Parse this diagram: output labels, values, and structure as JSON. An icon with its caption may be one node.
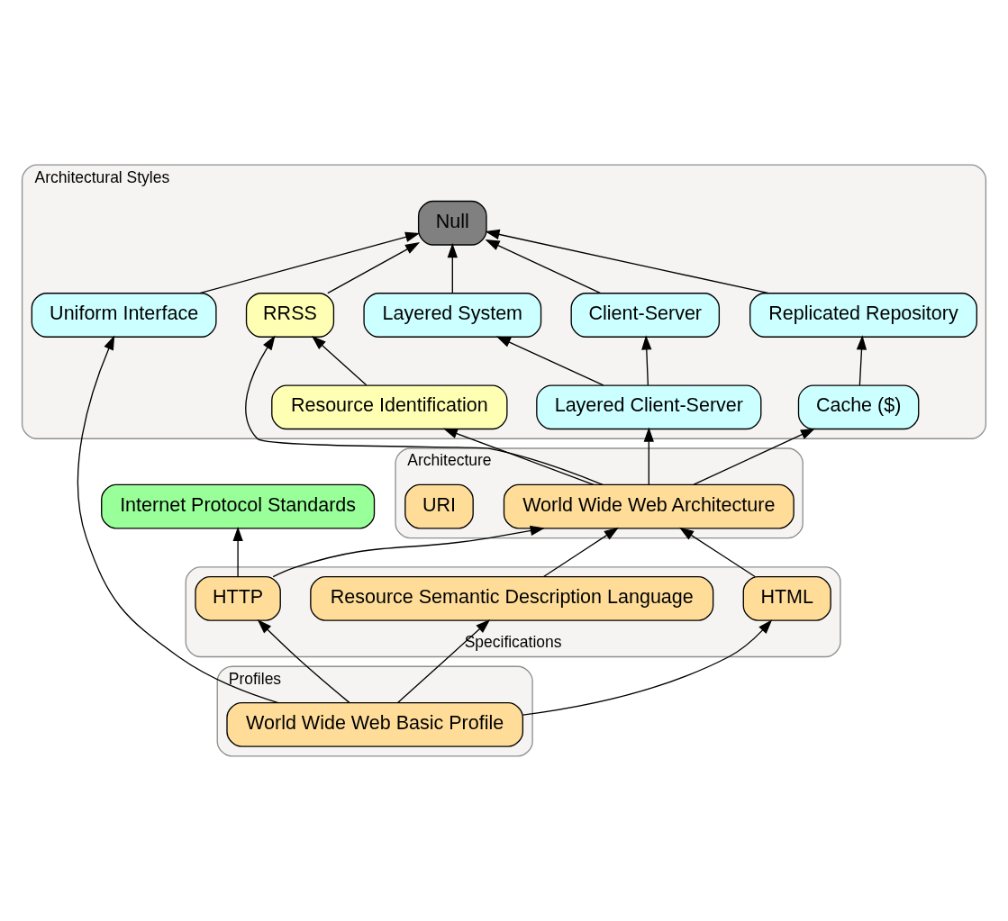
{
  "diagram": {
    "nodes": [
      {
        "text": [
          "Architectural Styles"
        ]
      },
      {
        "text": [
          "Null"
        ],
        "in": 0
      },
      {
        "text": [
          "Uniform Interface"
        ],
        "in": 0
      },
      {
        "text": [
          "Replicated Repository"
        ],
        "in": 0
      },
      {
        "text": [
          "Client-Server"
        ],
        "in": 0
      },
      {
        "text": [
          "Layered System"
        ],
        "in": 0
      },
      {
        "text": [
          "RRSS"
        ],
        "in": 0
      },
      {
        "text": [
          "Cache ($)"
        ],
        "in": 0
      },
      {
        "text": [
          "Layered Client-Server"
        ],
        "in": 0
      },
      {
        "text": [
          "Resource Identification"
        ],
        "in": 0
      },
      {
        "text": [
          "Internet Protocol Standards"
        ]
      },
      {
        "text": [
          "Architecture"
        ]
      },
      {
        "text": [
          "World Wide Web Architecture"
        ],
        "in": 11
      },
      {
        "text": [
          "URI"
        ],
        "in": 11
      },
      {
        "text": [
          "Specifications"
        ]
      },
      {
        "text": [
          "HTTP"
        ],
        "in": 14
      },
      {
        "text": [
          "Resource Semantic Description Language"
        ],
        "in": 14
      },
      {
        "text": [
          "HTML"
        ],
        "in": 14
      },
      {
        "text": [
          "Profiles"
        ]
      },
      {
        "text": [
          "World Wide Web Basic Profile"
        ],
        "in": 18
      }
    ],
    "edges": [
      {
        "from": 2,
        "to": 1,
        "arrow": "to"
      },
      {
        "from": 3,
        "to": 1,
        "arrow": "to"
      },
      {
        "from": 4,
        "to": 1,
        "arrow": "to"
      },
      {
        "from": 5,
        "to": 1,
        "arrow": "to"
      },
      {
        "from": 6,
        "to": 1,
        "arrow": "to"
      },
      {
        "from": 7,
        "to": 3,
        "arrow": "to"
      },
      {
        "from": 8,
        "to": 4,
        "arrow": "to"
      },
      {
        "from": 8,
        "to": 5,
        "arrow": "to"
      },
      {
        "from": 9,
        "to": 6,
        "arrow": "to"
      },
      {
        "from": 12,
        "to": 7,
        "arrow": "to"
      },
      {
        "from": 12,
        "to": 8,
        "arrow": "to"
      },
      {
        "from": 12,
        "to": 6,
        "arrow": "to"
      },
      {
        "from": 12,
        "to": 9,
        "arrow": "to"
      },
      {
        "from": 15,
        "to": 10,
        "arrow": "to"
      },
      {
        "from": 15,
        "to": 12,
        "arrow": "to"
      },
      {
        "from": 16,
        "to": 12,
        "arrow": "to"
      },
      {
        "from": 17,
        "to": 12,
        "arrow": "to"
      },
      {
        "from": 19,
        "to": 2,
        "arrow": "to"
      },
      {
        "from": 19,
        "to": 15,
        "arrow": "to"
      },
      {
        "from": 19,
        "to": 16,
        "arrow": "to"
      },
      {
        "from": 19,
        "to": 17,
        "arrow": "to"
      }
    ]
  }
}
